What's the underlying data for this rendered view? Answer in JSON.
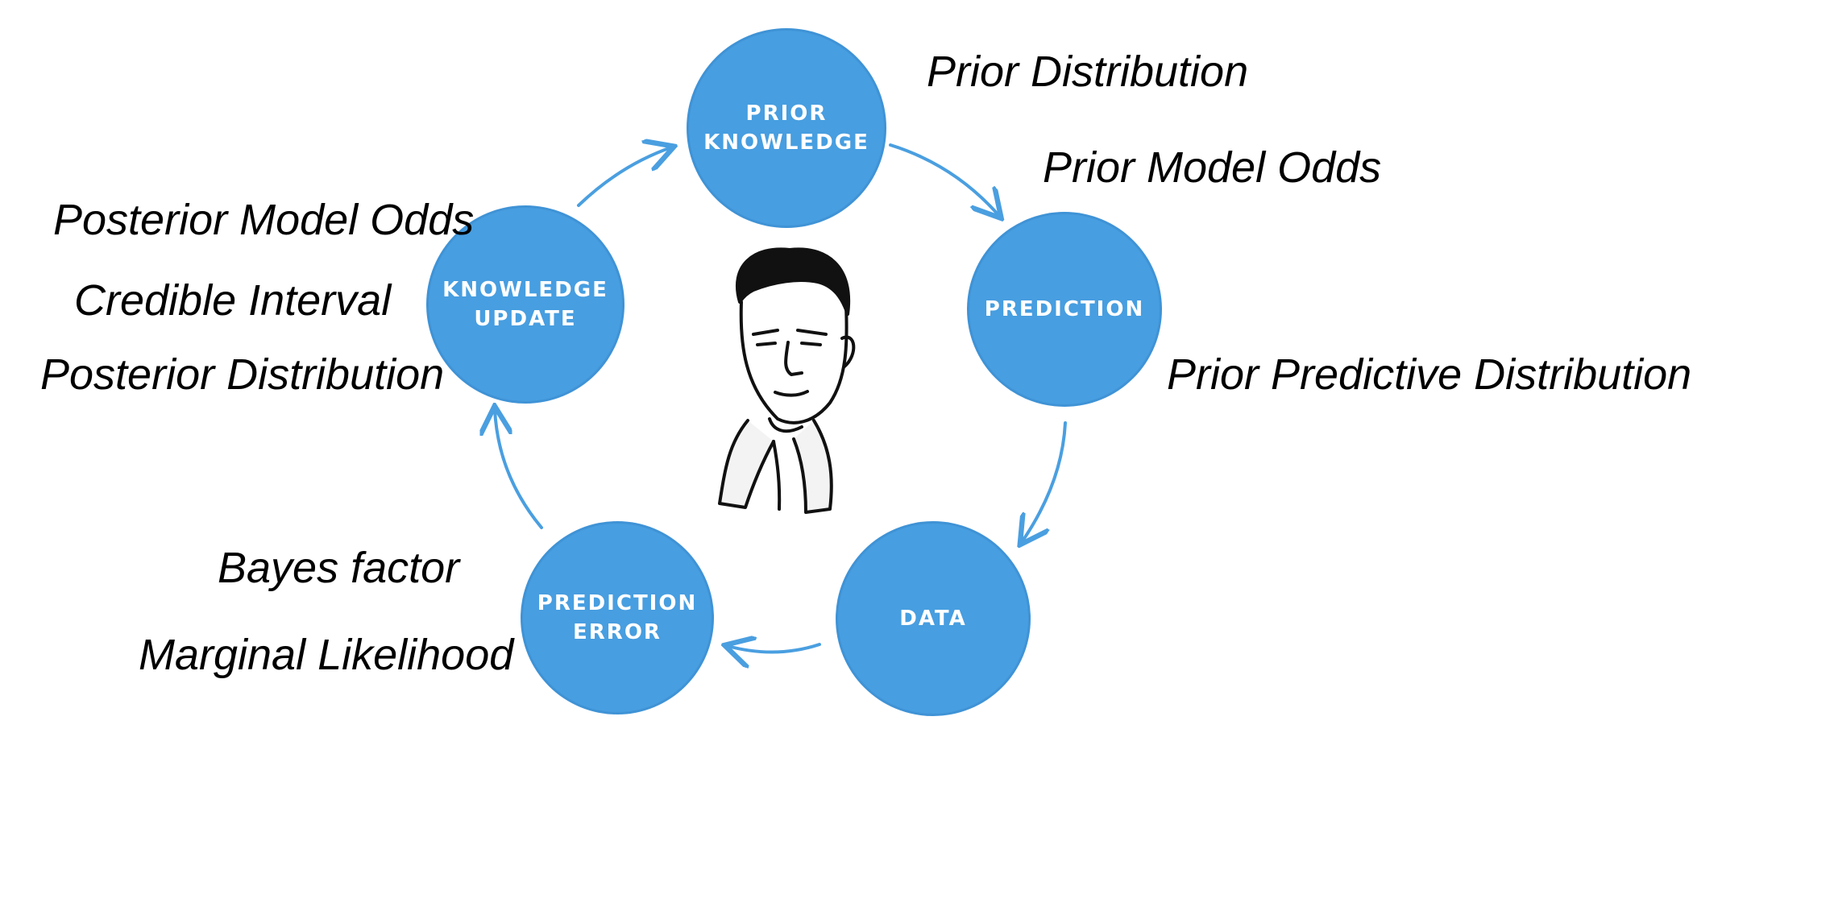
{
  "colors": {
    "node_fill": "#479ee0",
    "node_stroke": "#3f93d6",
    "arrow": "#4a9fe0",
    "label_text": "#ffffff",
    "term_text": "#000000"
  },
  "nodes": {
    "prior_knowledge": {
      "line1": "Prior",
      "line2": "Knowledge"
    },
    "prediction": {
      "line1": "Prediction"
    },
    "data": {
      "line1": "Data"
    },
    "prediction_error": {
      "line1": "Prediction",
      "line2": "Error"
    },
    "knowledge_update": {
      "line1": "Knowledge",
      "line2": "Update"
    }
  },
  "terms": {
    "prior_distribution": "Prior Distribution",
    "prior_model_odds": "Prior Model Odds",
    "prior_predictive_distribution": "Prior Predictive Distribution",
    "posterior_model_odds": "Posterior Model Odds",
    "credible_interval": "Credible Interval",
    "posterior_distribution": "Posterior Distribution",
    "bayes_factor": "Bayes factor",
    "marginal_likelihood": "Marginal Likelihood"
  },
  "center_figure": "portrait-sketch"
}
